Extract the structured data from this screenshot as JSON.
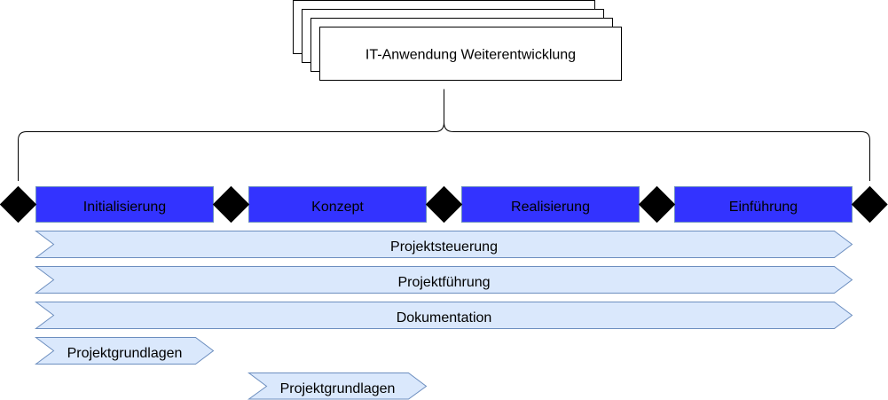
{
  "colors": {
    "phase_fill": "#3333ff",
    "phase_stroke": "#6c8ebf",
    "arrow_fill": "#dae8fc",
    "arrow_stroke": "#6c8ebf",
    "milestone": "#000000",
    "line": "#000000"
  },
  "doc_stack": {
    "title": "IT-Anwendung Weiterentwicklung"
  },
  "phases": [
    {
      "label": "Initialisierung"
    },
    {
      "label": "Konzept"
    },
    {
      "label": "Realisierung"
    },
    {
      "label": "Einführung"
    }
  ],
  "milestones": {
    "count": 5,
    "shape": "diamond"
  },
  "activities": [
    {
      "label": "Projektsteuerung"
    },
    {
      "label": "Projektführung"
    },
    {
      "label": "Dokumentation"
    },
    {
      "label": "Projektgrundlagen"
    },
    {
      "label": "Projektgrundlagen"
    }
  ]
}
